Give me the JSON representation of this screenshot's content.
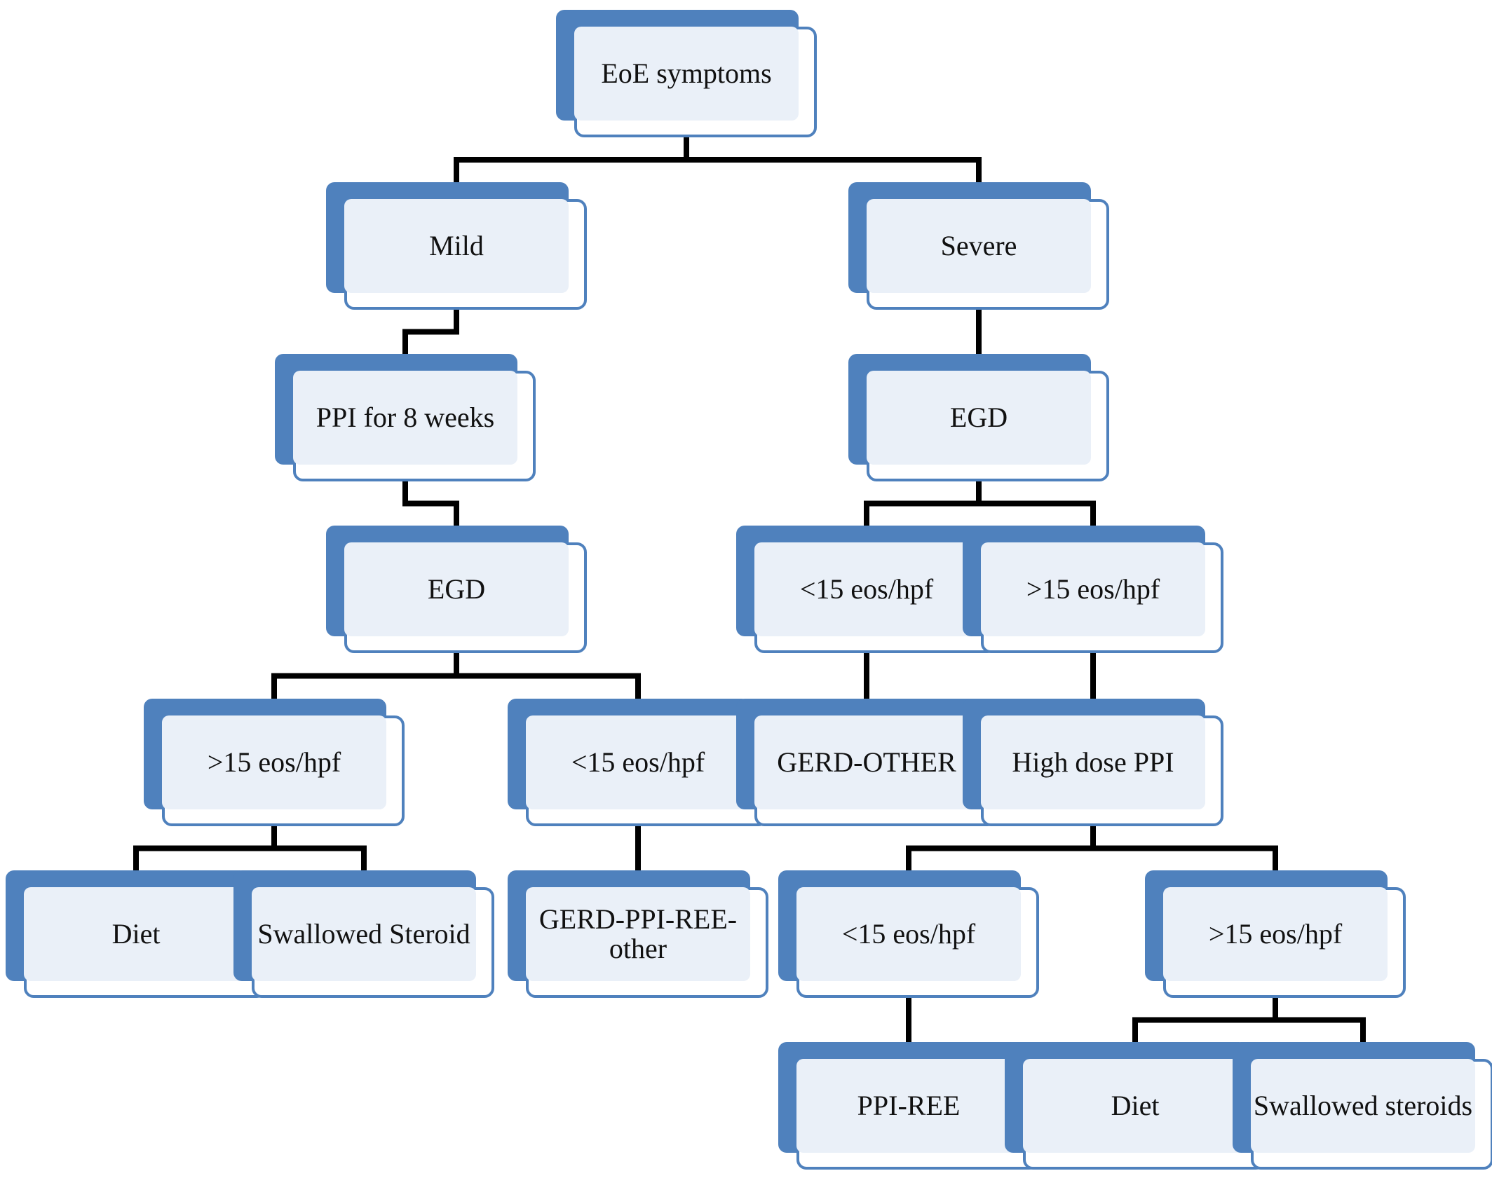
{
  "nodes": [
    {
      "id": "root",
      "text": "EoE symptoms"
    },
    {
      "id": "mild",
      "text": "Mild"
    },
    {
      "id": "severe",
      "text": "Severe"
    },
    {
      "id": "ppi8",
      "text": "PPI for 8 weeks"
    },
    {
      "id": "egd_left",
      "text": "EGD"
    },
    {
      "id": "egd_right",
      "text": "EGD"
    },
    {
      "id": "l_gt15",
      "text": ">15 eos/hpf"
    },
    {
      "id": "l_lt15",
      "text": "<15 eos/hpf"
    },
    {
      "id": "diet_left",
      "text": "Diet"
    },
    {
      "id": "steroid_left",
      "text": "Swallowed Steroid"
    },
    {
      "id": "gerd_ppi_ree",
      "text": "GERD-PPI-REE-other"
    },
    {
      "id": "r_lt15",
      "text": "<15 eos/hpf"
    },
    {
      "id": "r_gt15",
      "text": ">15 eos/hpf"
    },
    {
      "id": "gerd_other",
      "text": "GERD-OTHER"
    },
    {
      "id": "high_dose_ppi",
      "text": "High dose PPI"
    },
    {
      "id": "r2_lt15",
      "text": "<15 eos/hpf"
    },
    {
      "id": "r2_gt15",
      "text": ">15 eos/hpf"
    },
    {
      "id": "ppi_ree",
      "text": "PPI-REE"
    },
    {
      "id": "diet_right",
      "text": "Diet"
    },
    {
      "id": "steroids_right",
      "text": "Swallowed steroids"
    }
  ],
  "edges": [
    [
      "root",
      "mild"
    ],
    [
      "root",
      "severe"
    ],
    [
      "mild",
      "ppi8"
    ],
    [
      "ppi8",
      "egd_left"
    ],
    [
      "egd_left",
      "l_gt15"
    ],
    [
      "egd_left",
      "l_lt15"
    ],
    [
      "l_gt15",
      "diet_left"
    ],
    [
      "l_gt15",
      "steroid_left"
    ],
    [
      "l_lt15",
      "gerd_ppi_ree"
    ],
    [
      "severe",
      "egd_right"
    ],
    [
      "egd_right",
      "r_lt15"
    ],
    [
      "egd_right",
      "r_gt15"
    ],
    [
      "r_lt15",
      "gerd_other"
    ],
    [
      "r_gt15",
      "high_dose_ppi"
    ],
    [
      "high_dose_ppi",
      "r2_lt15"
    ],
    [
      "high_dose_ppi",
      "r2_gt15"
    ],
    [
      "r2_lt15",
      "ppi_ree"
    ],
    [
      "r2_gt15",
      "diet_right"
    ],
    [
      "r2_gt15",
      "steroids_right"
    ]
  ],
  "colors": {
    "box_border": "#4f81bd",
    "box_fill": "#eaf0f8",
    "connector": "#000000",
    "text": "#111111"
  }
}
